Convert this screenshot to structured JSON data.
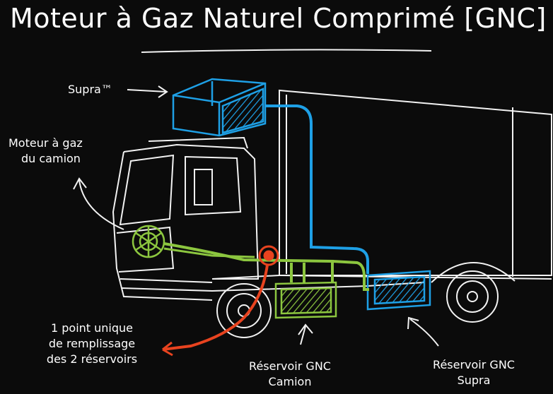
{
  "title": "Moteur à Gaz Naturel Comprimé [GNC]",
  "labels": {
    "supra": "Supra™",
    "engine_line1": "Moteur à gaz",
    "engine_line2": "du camion",
    "fill_line1": "1 point unique",
    "fill_line2": "de remplissage",
    "fill_line3": "des 2 réservoirs",
    "tank_truck_line1": "Réservoir GNC",
    "tank_truck_line2": "Camion",
    "tank_supra_line1": "Réservoir GNC",
    "tank_supra_line2": "Supra"
  },
  "colors": {
    "background": "#0b0b0b",
    "chalk": "#f2f2f2",
    "blue": "#1ea0e6",
    "green": "#8cc63f",
    "red": "#e8431f"
  }
}
